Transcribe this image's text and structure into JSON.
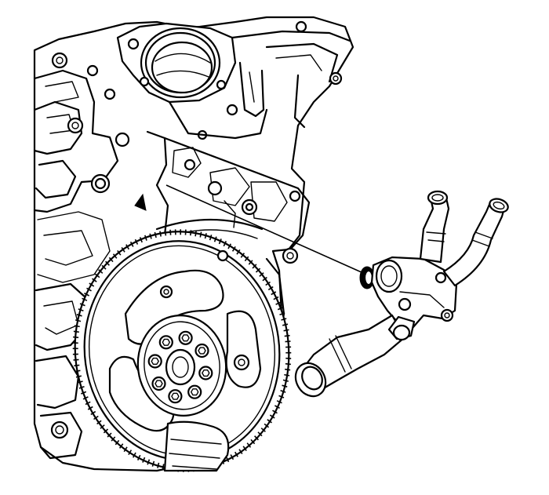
{
  "illustration": {
    "background": "#ffffff",
    "line_color": "#000000",
    "components": [
      "engine-block",
      "throttle-body",
      "flywheel",
      "water-outlet-housing",
      "outlet-seal",
      "installation-guide-line"
    ],
    "flywheel_ring_gear_teeth": 132,
    "flywheel_bolt_count": 8
  }
}
